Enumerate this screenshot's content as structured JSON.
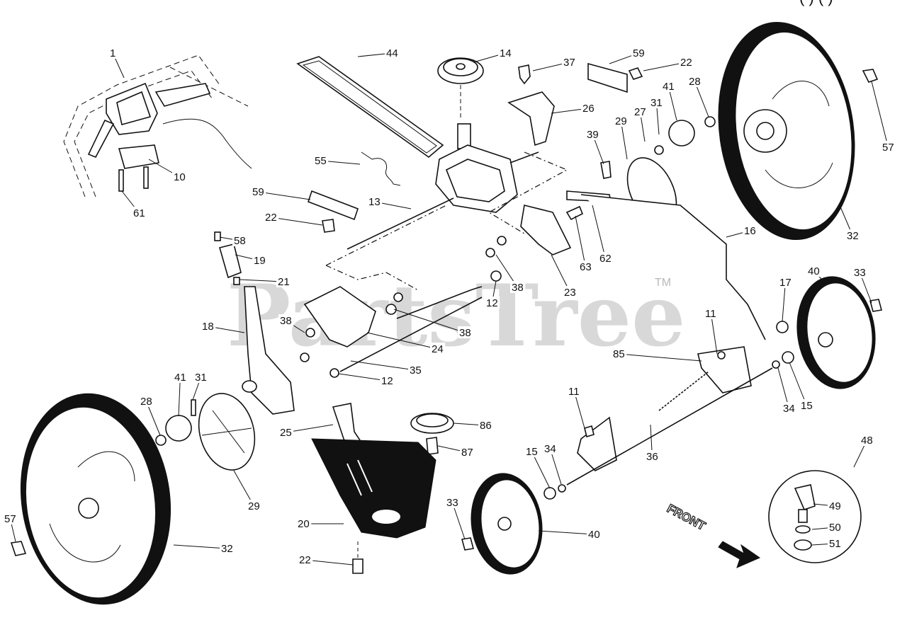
{
  "header": {
    "partial_title": "(  ) (  )"
  },
  "watermark": {
    "text": "PartsTree",
    "trademark": "TM"
  },
  "front_label": "FRONT",
  "callouts": [
    {
      "id": "c1",
      "label": "1"
    },
    {
      "id": "c44",
      "label": "44"
    },
    {
      "id": "c14",
      "label": "14"
    },
    {
      "id": "c37",
      "label": "37"
    },
    {
      "id": "c59a",
      "label": "59"
    },
    {
      "id": "c22a",
      "label": "22"
    },
    {
      "id": "c28a",
      "label": "28"
    },
    {
      "id": "c41a",
      "label": "41"
    },
    {
      "id": "c31a",
      "label": "31"
    },
    {
      "id": "c27",
      "label": "27"
    },
    {
      "id": "c29a",
      "label": "29"
    },
    {
      "id": "c26",
      "label": "26"
    },
    {
      "id": "c39",
      "label": "39"
    },
    {
      "id": "c57a",
      "label": "57"
    },
    {
      "id": "c32a",
      "label": "32"
    },
    {
      "id": "c10",
      "label": "10"
    },
    {
      "id": "c61",
      "label": "61"
    },
    {
      "id": "c55",
      "label": "55"
    },
    {
      "id": "c59b",
      "label": "59"
    },
    {
      "id": "c13",
      "label": "13"
    },
    {
      "id": "c22b",
      "label": "22"
    },
    {
      "id": "c58",
      "label": "58"
    },
    {
      "id": "c19",
      "label": "19"
    },
    {
      "id": "c21",
      "label": "21"
    },
    {
      "id": "c16",
      "label": "16"
    },
    {
      "id": "c63",
      "label": "63"
    },
    {
      "id": "c62",
      "label": "62"
    },
    {
      "id": "c23",
      "label": "23"
    },
    {
      "id": "c38a",
      "label": "38"
    },
    {
      "id": "c12a",
      "label": "12"
    },
    {
      "id": "c40a",
      "label": "40"
    },
    {
      "id": "c33a",
      "label": "33"
    },
    {
      "id": "c17",
      "label": "17"
    },
    {
      "id": "c18",
      "label": "18"
    },
    {
      "id": "c38b",
      "label": "38"
    },
    {
      "id": "c24",
      "label": "24"
    },
    {
      "id": "c38c",
      "label": "38"
    },
    {
      "id": "c11a",
      "label": "11"
    },
    {
      "id": "c85",
      "label": "85"
    },
    {
      "id": "c35",
      "label": "35"
    },
    {
      "id": "c12b",
      "label": "12"
    },
    {
      "id": "c41b",
      "label": "41"
    },
    {
      "id": "c31b",
      "label": "31"
    },
    {
      "id": "c28b",
      "label": "28"
    },
    {
      "id": "c25",
      "label": "25"
    },
    {
      "id": "c86",
      "label": "86"
    },
    {
      "id": "c87",
      "label": "87"
    },
    {
      "id": "c11b",
      "label": "11"
    },
    {
      "id": "c36",
      "label": "36"
    },
    {
      "id": "c34a",
      "label": "34"
    },
    {
      "id": "c15a",
      "label": "15"
    },
    {
      "id": "c15b",
      "label": "15"
    },
    {
      "id": "c34b",
      "label": "34"
    },
    {
      "id": "c48",
      "label": "48"
    },
    {
      "id": "c29b",
      "label": "29"
    },
    {
      "id": "c33b",
      "label": "33"
    },
    {
      "id": "c40b",
      "label": "40"
    },
    {
      "id": "c20",
      "label": "20"
    },
    {
      "id": "c49",
      "label": "49"
    },
    {
      "id": "c50",
      "label": "50"
    },
    {
      "id": "c51",
      "label": "51"
    },
    {
      "id": "c57b",
      "label": "57"
    },
    {
      "id": "c32b",
      "label": "32"
    },
    {
      "id": "c22c",
      "label": "22"
    }
  ]
}
